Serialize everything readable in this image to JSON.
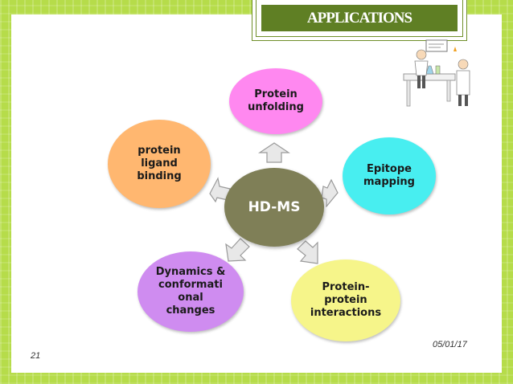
{
  "title": "APPLICATIONS",
  "center": {
    "label": "HD-MS",
    "color": "#7f7f57"
  },
  "nodes": [
    {
      "lines": [
        "Protein",
        "unfolding"
      ],
      "color": "#ff88f0"
    },
    {
      "lines": [
        "Epitope",
        "mapping"
      ],
      "color": "#48eef0"
    },
    {
      "lines": [
        "Protein-",
        "protein",
        "interactions"
      ],
      "color": "#f6f58a"
    },
    {
      "lines": [
        "Dynamics &",
        "conformati",
        "onal",
        "changes"
      ],
      "color": "#cf8cf0"
    },
    {
      "lines": [
        "protein",
        "ligand",
        "binding"
      ],
      "color": "#ffb770"
    }
  ],
  "footer": {
    "date": "05/01/17",
    "page": "21"
  },
  "illustration": "scientists-in-lab-icon"
}
